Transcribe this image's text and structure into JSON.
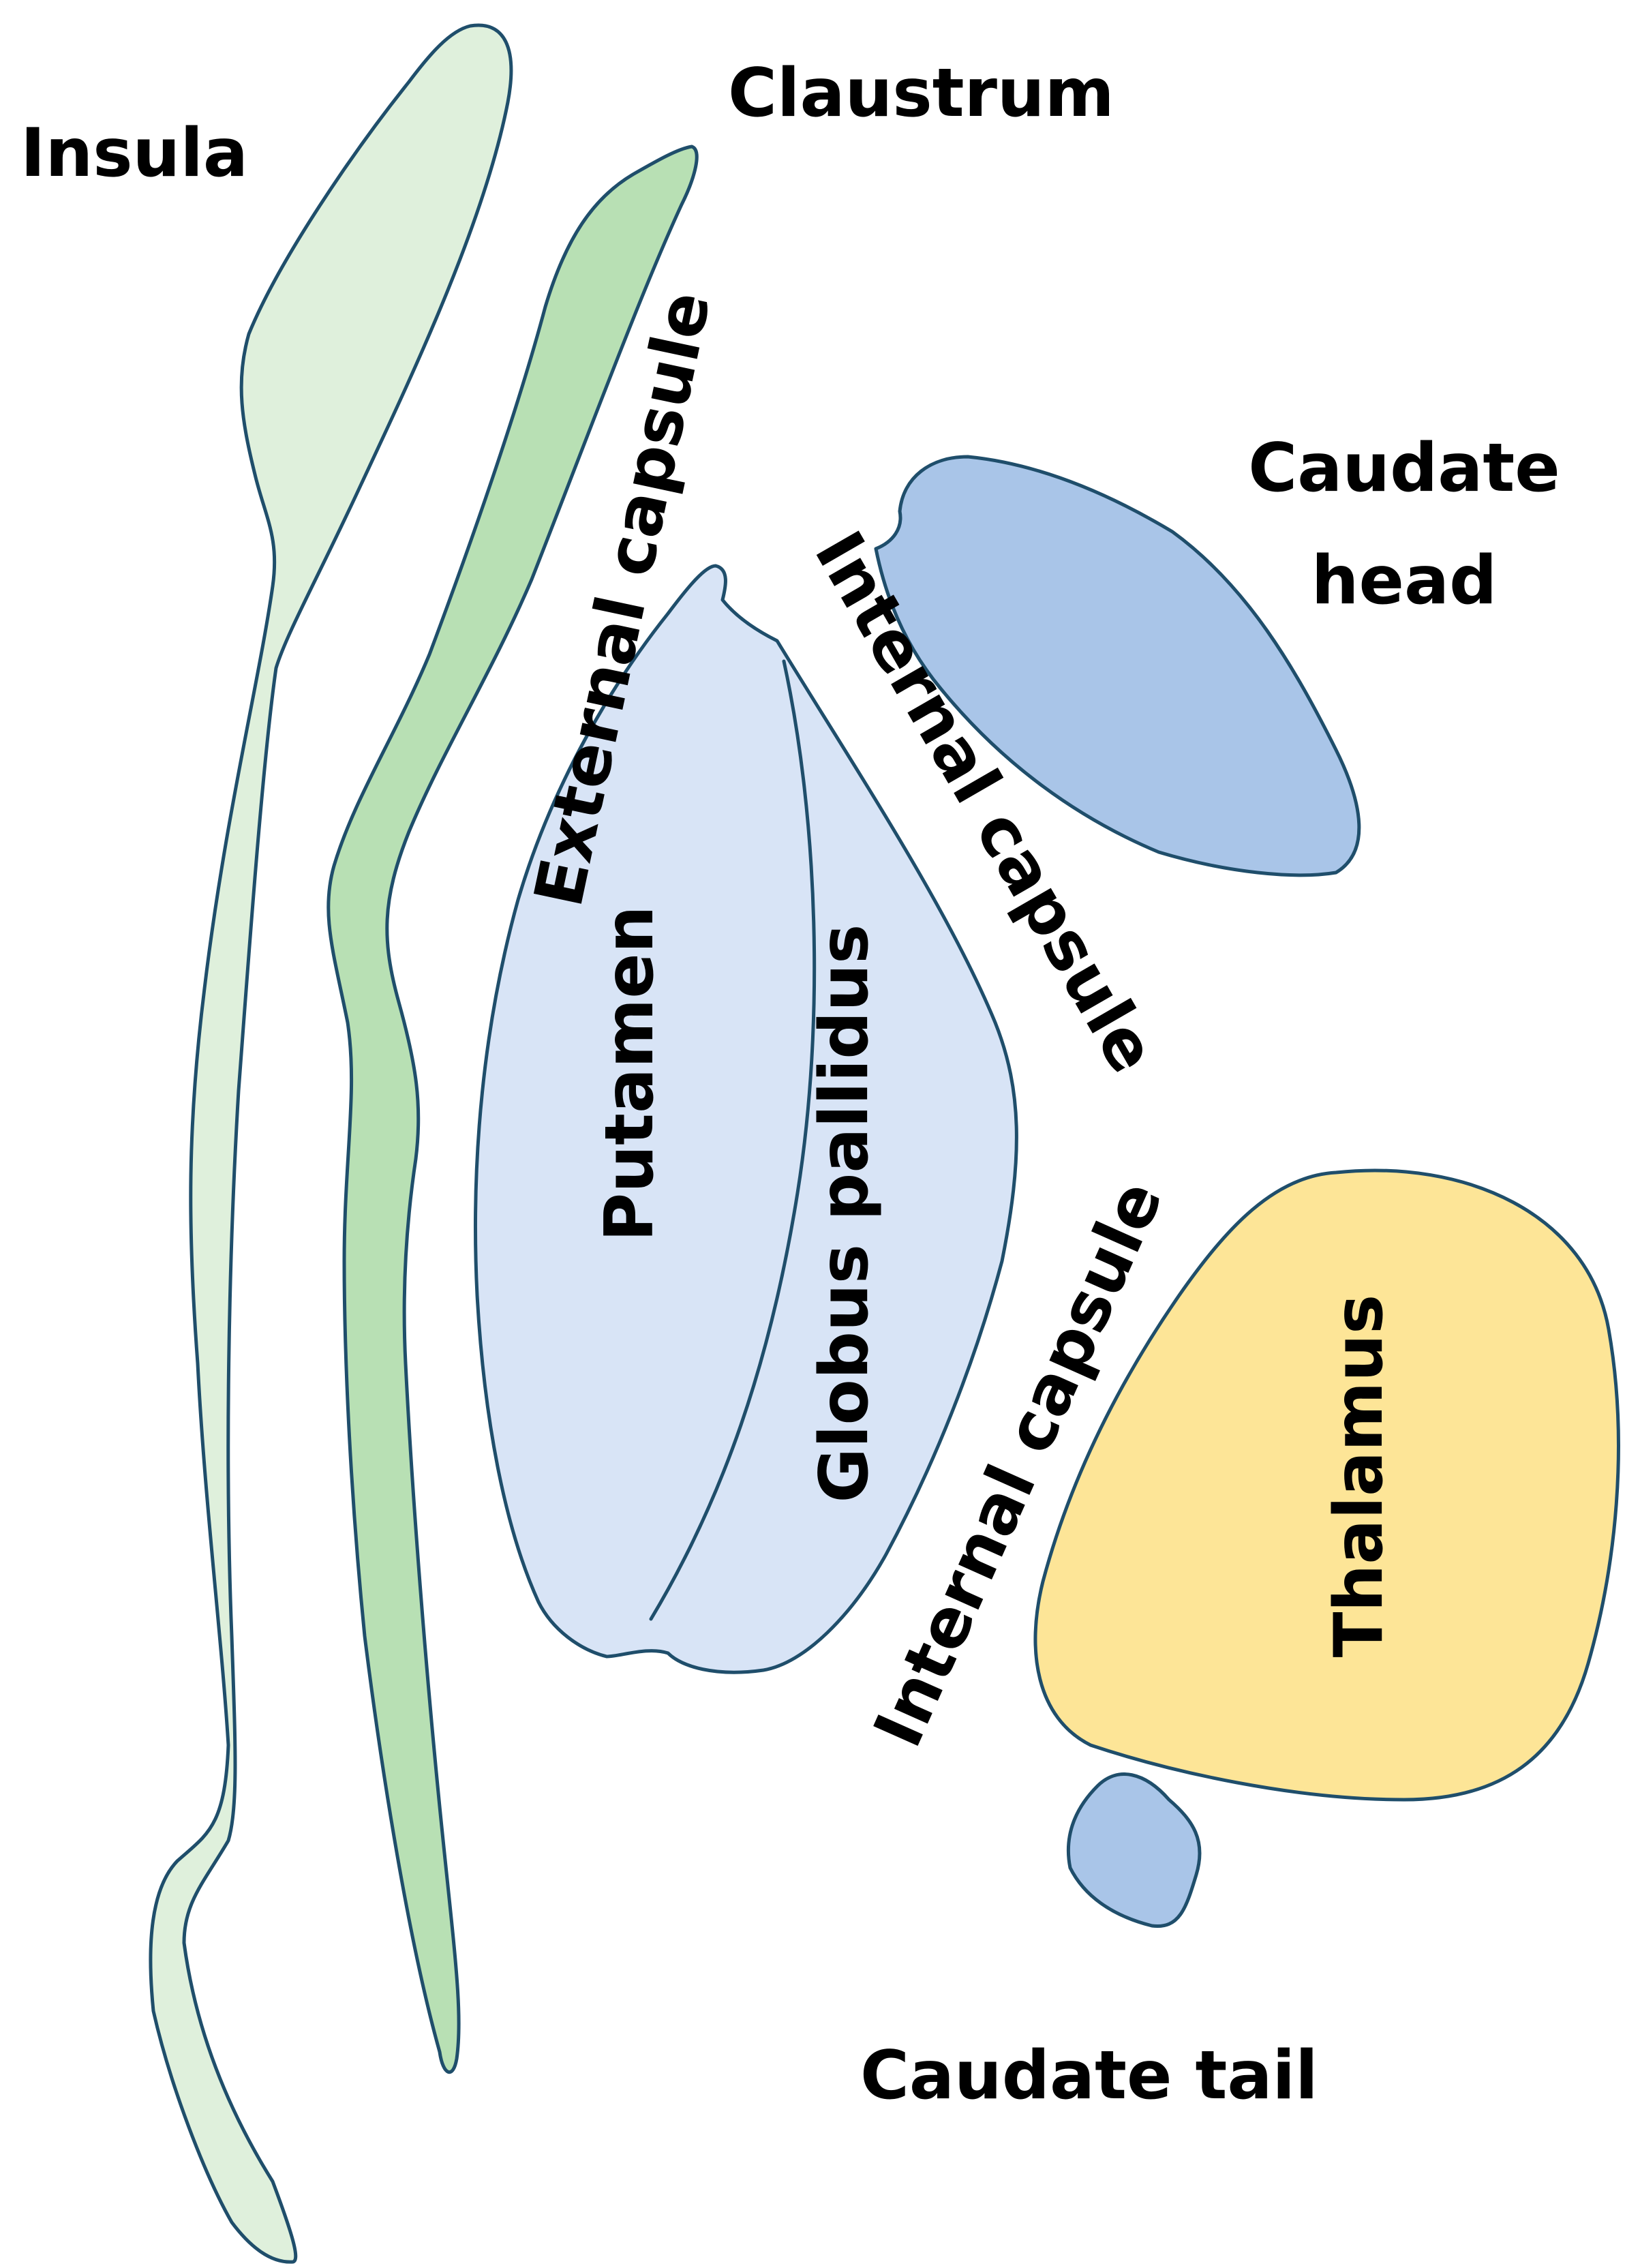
{
  "labels": {
    "insula": "Insula",
    "claustrum": "Claustrum",
    "external_capsule": "External capsule",
    "caudate_head_line1": "Caudate",
    "caudate_head_line2": "head",
    "internal_capsule_upper": "Internal capsule",
    "putamen": "Putamen",
    "globus_pallidus": "Globus pallidus",
    "internal_capsule_lower": "Internal capsule",
    "thalamus": "Thalamus",
    "caudate_tail": "Caudate tail"
  },
  "colors": {
    "insula": "#dff0dc",
    "claustrum": "#b8e0b4",
    "caudate": "#a9c5e8",
    "lentiform": "#d8e4f6",
    "thalamus": "#fde597",
    "outline": "#1f4e6b",
    "text": "#000000"
  }
}
